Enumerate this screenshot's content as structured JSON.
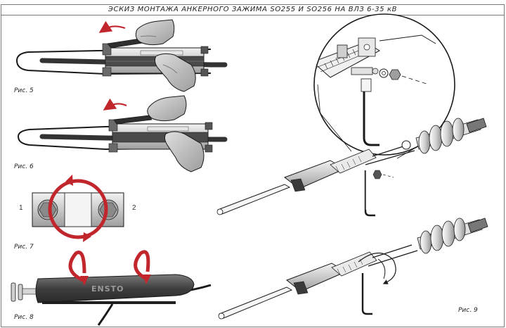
{
  "document": {
    "title": "ЭСКИЗ МОНТАЖА АНКЕРНОГО ЗАЖИМА SO255 И SO256 НА ВЛЗ 6-35 кВ"
  },
  "figures": {
    "fig5": {
      "caption": "Рис. 5"
    },
    "fig6": {
      "caption": "Рис. 6"
    },
    "fig7": {
      "caption": "Рис. 7",
      "label_left": "1",
      "label_right": "2"
    },
    "fig8": {
      "caption": "Рис. 8",
      "brand": "ENSTO"
    },
    "fig9": {
      "caption": "Рис. 9"
    }
  },
  "colors": {
    "arrow_red": "#c0262c",
    "line": "#1a1a1a",
    "cable_dark": "#3a3a3a",
    "metal_light": "#d8d8d8",
    "metal_mid": "#b5b5b5",
    "hand_gray": "#bdbdbd"
  }
}
